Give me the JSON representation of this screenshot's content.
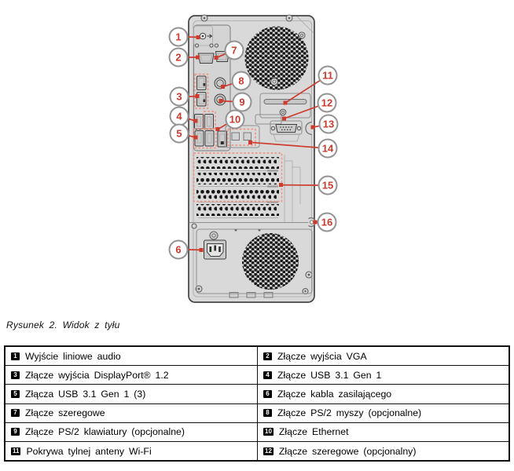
{
  "figure": {
    "caption": "Rysunek 2. Widok z tyłu",
    "callouts": [
      "1",
      "2",
      "3",
      "4",
      "5",
      "6",
      "7",
      "8",
      "9",
      "10",
      "11",
      "12",
      "13",
      "14",
      "15",
      "16"
    ]
  },
  "legend_table": {
    "rows": [
      [
        {
          "num": "1",
          "label": "Wyjście liniowe audio"
        },
        {
          "num": "2",
          "label": "Złącze wyjścia VGA"
        }
      ],
      [
        {
          "num": "3",
          "label": "Złącze wyjścia DisplayPort® 1.2"
        },
        {
          "num": "4",
          "label": "Złącze USB 3.1 Gen 1"
        }
      ],
      [
        {
          "num": "5",
          "label": "Złącza USB 3.1 Gen 1 (3)"
        },
        {
          "num": "6",
          "label": "Złącze kabla zasilającego"
        }
      ],
      [
        {
          "num": "7",
          "label": "Złącze szeregowe"
        },
        {
          "num": "8",
          "label": "Złącze PS/2 myszy (opcjonalne)"
        }
      ],
      [
        {
          "num": "9",
          "label": "Złącze PS/2 klawiatury (opcjonalne)"
        },
        {
          "num": "10",
          "label": "Złącze Ethernet"
        }
      ],
      [
        {
          "num": "11",
          "label": "Pokrywa tylnej anteny Wi-Fi"
        },
        {
          "num": "12",
          "label": "Złącze szeregowe (opcjonalny)"
        }
      ]
    ]
  },
  "colors": {
    "callout_red": "#cc3b2c",
    "dashed_outline": "#f0907e",
    "case_gray": "#d9d9d9"
  }
}
